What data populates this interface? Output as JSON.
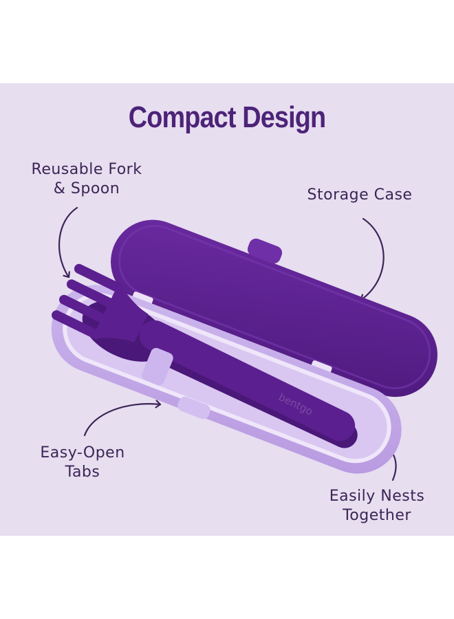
{
  "title": "Compact Design",
  "callouts": {
    "fork_spoon": [
      "Reusable Fork",
      "& Spoon"
    ],
    "storage_case": [
      "Storage Case"
    ],
    "tabs": [
      "Easy-Open",
      "Tabs"
    ],
    "nests": [
      "Easily Nests",
      "Together"
    ]
  },
  "brand": "bentgo",
  "colors": {
    "background": "#e7def0",
    "title": "#4d2378",
    "lid": "#5a1f8c",
    "base": "#c6aee8",
    "utensil": "#5b1f8f"
  }
}
